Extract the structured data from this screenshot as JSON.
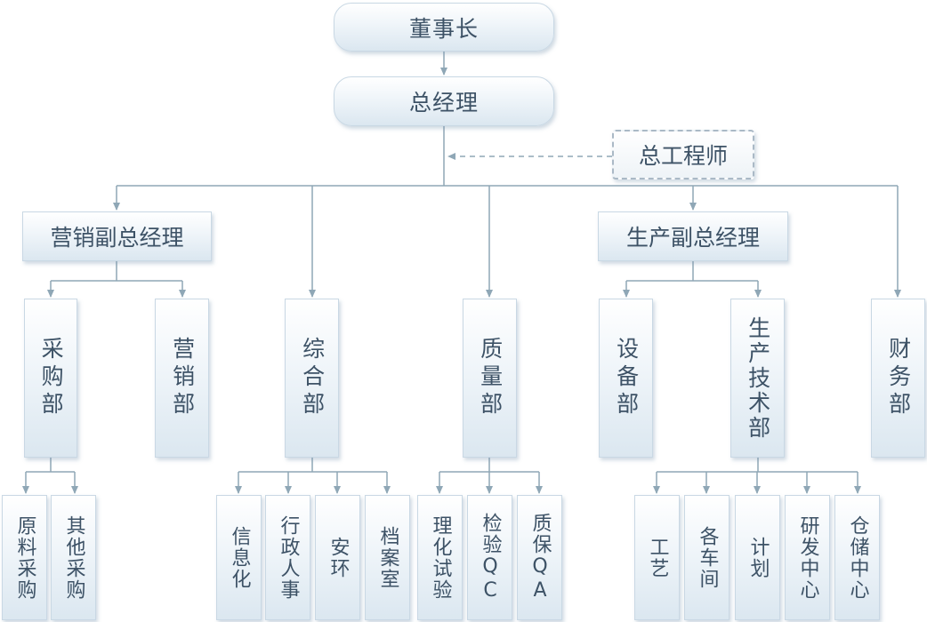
{
  "diagram": {
    "top": {
      "chairman": "董事长",
      "gm": "总经理",
      "chief_engineer": "总工程师"
    },
    "deputies": {
      "marketing": "营销副总经理",
      "production": "生产副总经理"
    },
    "departments": {
      "purchasing": "采购部",
      "sales": "营销部",
      "general": "综合部",
      "quality": "质量部",
      "equipment": "设备部",
      "tech": "生产技术部",
      "finance": "财务部"
    },
    "sub_units": {
      "purchasing": [
        "原料采购",
        "其他采购"
      ],
      "general": [
        "信息化",
        "行政人事",
        "安环",
        "档案室"
      ],
      "quality": [
        "理化试验",
        "检验QC",
        "质保QA"
      ],
      "tech": [
        "工艺",
        "各车间",
        "计划",
        "研发中心",
        "仓储中心"
      ]
    }
  },
  "colors": {
    "line": "#8fa7b6",
    "text": "#3d5266",
    "node_border": "#c9d8e4",
    "node_fill_bottom": "#dbe7f0"
  }
}
